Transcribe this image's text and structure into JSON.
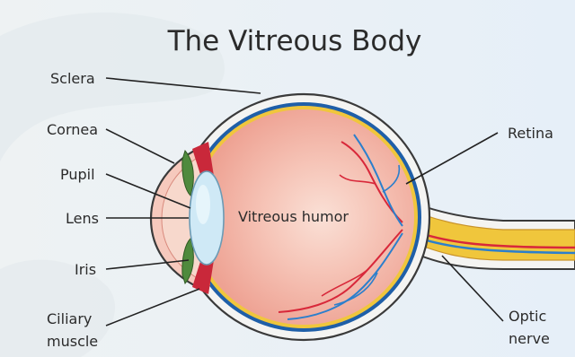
{
  "title": "The Vitreous Body",
  "labels": {
    "sclera": "Sclera",
    "cornea": "Cornea",
    "pupil": "Pupil",
    "lens": "Lens",
    "iris": "Iris",
    "ciliary_line1": "Ciliary",
    "ciliary_line2": "muscle",
    "retina": "Retina",
    "optic_line1": "Optic",
    "optic_line2": "nerve",
    "vitreous": "Vitreous humor"
  },
  "colors": {
    "background_left": "#eef2f4",
    "background_right": "#e7f0f8",
    "sclera": "#f4f4f2",
    "choroid": "#1f5fa8",
    "retina": "#f0c63c",
    "vitreous": "#f2b0a3",
    "vitreous_center": "#f8d3c6",
    "lens": "#cfe9f6",
    "iris": "#4f8a3d",
    "artery": "#d8283a",
    "vein": "#2c7fcc"
  }
}
